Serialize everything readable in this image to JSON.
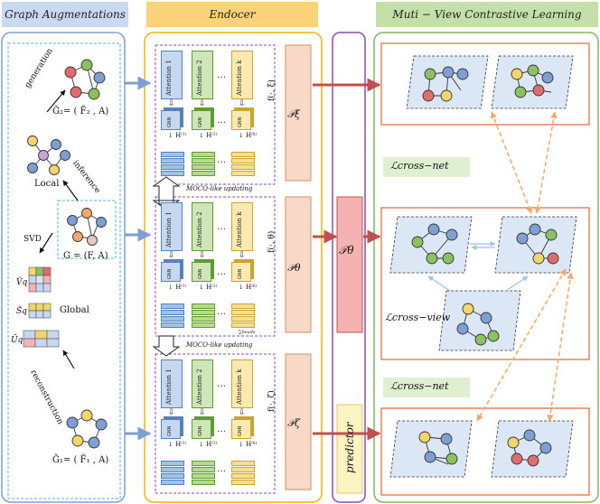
{
  "headers": {
    "aug": "Graph Augmentations",
    "enc": "Endocer",
    "mvcl": "Muti − View Contrastive Learning"
  },
  "aug": {
    "g2": "G̃₂= ( F̃₂ , A)",
    "g1": "G̃₁= ( F̃₁ , A)",
    "g": "G = (F, A)",
    "generation": "generation",
    "inference": "inference",
    "local": "Local",
    "svd": "SVD",
    "global": "Global",
    "reconstruction": "reconstruction",
    "vq": "Ṽq",
    "sq": "S̃q",
    "uq": "Ũq"
  },
  "encoder": {
    "att1": "Attention 1",
    "att2": "Attention 2",
    "attk": "Attention k",
    "ellipsis": "…",
    "gnn": "GNN",
    "h1": "H⁽¹⁾",
    "h2": "H⁽²⁾",
    "hk": "H⁽ᵏ⁾",
    "moco": "MOCO-like updating",
    "fxi": "f(·, ξ)",
    "fth": "f(·, θ)",
    "fze": "f(·, ζ)",
    "pxi": "𝒫ξ",
    "pth": "𝒫θ",
    "pze": "𝒫ζ",
    "heads": "∑heads"
  },
  "middle": {
    "ttheta": "𝒯θ",
    "predictor": "predictor"
  },
  "mvcl": {
    "loss_net": "ℒcross−net",
    "loss_view": "ℒcross−view"
  },
  "colors": {
    "blue": "#7f9fd4",
    "green": "#8dc15f",
    "yellow": "#f3d66a",
    "red": "#e06c6c",
    "orange_arrow": "#f2a86a",
    "ptile": "#f8d9c8",
    "purple": "#8a4bb0"
  }
}
